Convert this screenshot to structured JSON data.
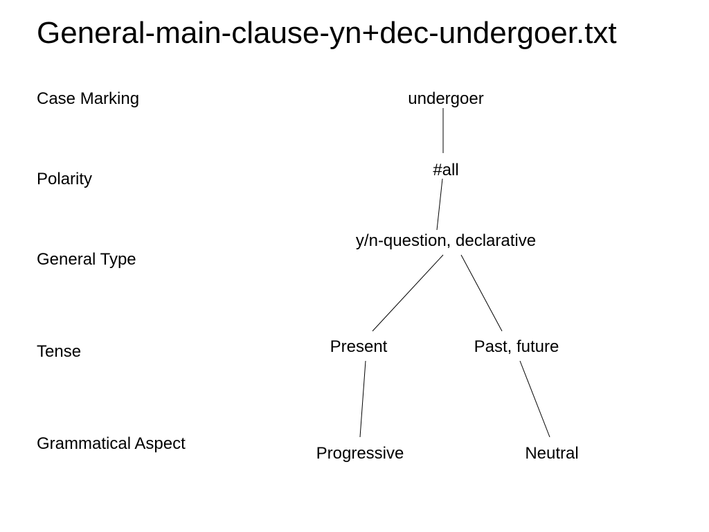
{
  "title": "General-main-clause-yn+dec-undergoer.txt",
  "row_labels": [
    "Case Marking",
    "Polarity",
    "General Type",
    "Tense",
    "Grammatical Aspect"
  ],
  "nodes": {
    "undergoer": "undergoer",
    "all": "#all",
    "general_type": "y/n-question, declarative",
    "present": "Present",
    "past_future": "Past, future",
    "progressive": "Progressive",
    "neutral": "Neutral"
  },
  "edges": [
    {
      "from": "undergoer",
      "to": "all"
    },
    {
      "from": "all",
      "to": "general_type"
    },
    {
      "from": "general_type",
      "to": "present"
    },
    {
      "from": "general_type",
      "to": "past_future"
    },
    {
      "from": "present",
      "to": "progressive"
    },
    {
      "from": "past_future",
      "to": "neutral"
    }
  ]
}
